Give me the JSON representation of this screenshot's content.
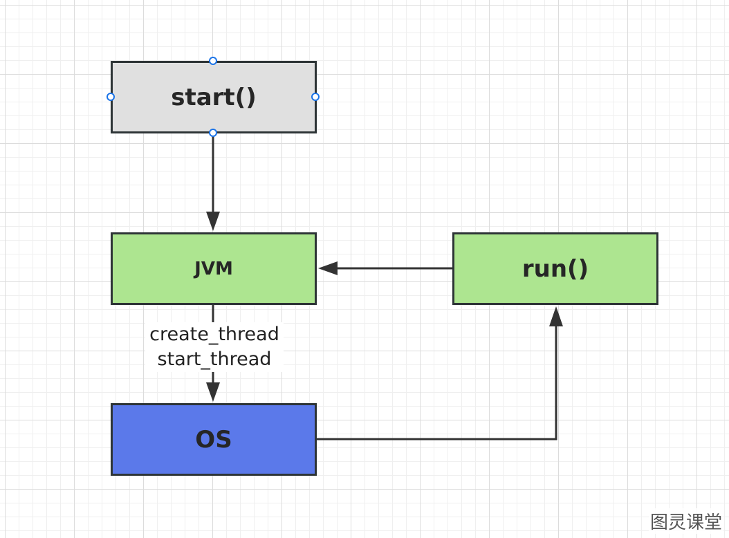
{
  "nodes": {
    "start": "start()",
    "jvm": "JVM",
    "run": "run()",
    "os": "OS"
  },
  "edge_label": {
    "line1": "create_thread",
    "line2": "start_thread"
  },
  "watermark": "图灵课堂",
  "colors": {
    "grid_line": "#dcdcdc",
    "start_fill": "#e0e0e0",
    "jvm_fill": "#ade590",
    "run_fill": "#ade590",
    "os_fill": "#5b79ea",
    "border": "#2d3436",
    "edge": "#333333",
    "selection_handle": "#1a73e8"
  }
}
